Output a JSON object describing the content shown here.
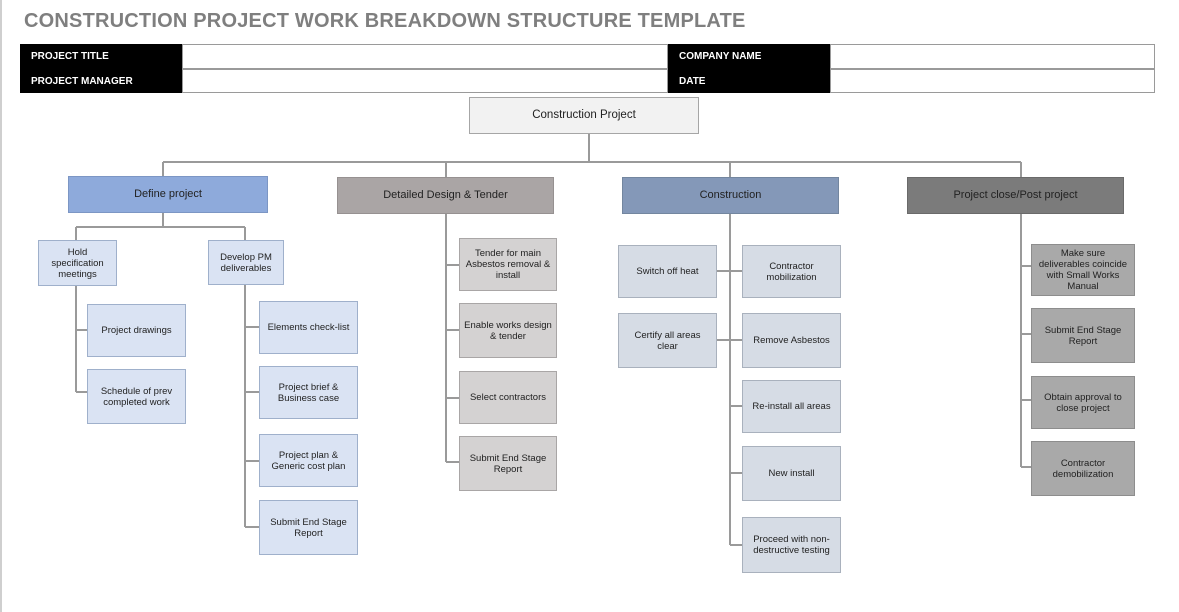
{
  "title": "CONSTRUCTION PROJECT WORK BREAKDOWN STRUCTURE TEMPLATE",
  "info": {
    "project_title_label": "PROJECT TITLE",
    "project_title_value": "",
    "company_name_label": "COMPANY NAME",
    "company_name_value": "",
    "project_manager_label": "PROJECT MANAGER",
    "project_manager_value": "",
    "date_label": "DATE",
    "date_value": ""
  },
  "root": "Construction Project",
  "phases": {
    "define": {
      "label": "Define project",
      "hold_meetings": "Hold specification meetings",
      "develop_pm": "Develop PM deliverables",
      "project_drawings": "Project drawings",
      "schedule_prev": "Schedule of prev completed work",
      "elements_checklist": "Elements check-list",
      "project_brief": "Project brief & Business case",
      "project_plan": "Project plan & Generic cost plan",
      "submit_end_stage": "Submit End Stage Report"
    },
    "design": {
      "label": "Detailed Design & Tender",
      "tender_main": "Tender for main Asbestos removal & install",
      "enable_works": "Enable works design & tender",
      "select_contractors": "Select contractors",
      "submit_end_stage": "Submit End Stage Report"
    },
    "construction": {
      "label": "Construction",
      "switch_off_heat": "Switch off heat",
      "certify_areas": "Certify all areas clear",
      "contractor_mobilization": "Contractor mobilization",
      "remove_asbestos": "Remove Asbestos",
      "reinstall_areas": "Re-install all areas",
      "new_install": "New install",
      "proceed_testing": "Proceed with non-destructive testing"
    },
    "close": {
      "label": "Project close/Post project",
      "make_sure": "Make sure deliverables coincide with Small Works Manual",
      "submit_end_stage": "Submit End Stage Report",
      "obtain_approval": "Obtain approval to close project",
      "contractor_demobilization": "Contractor demobilization"
    }
  }
}
